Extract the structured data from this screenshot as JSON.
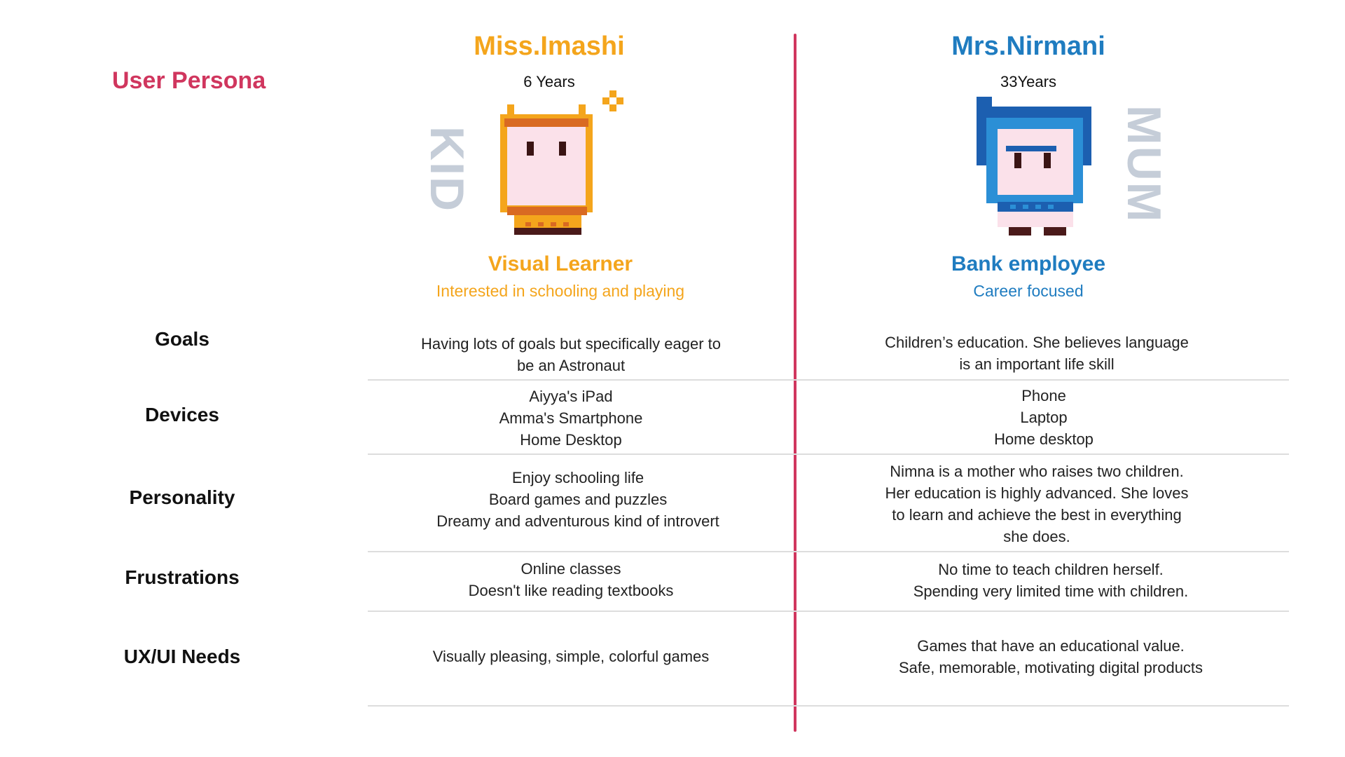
{
  "title": "User Persona",
  "colors": {
    "title": "#d0365e",
    "kid": "#f4a51c",
    "mum": "#1f7cc0",
    "divider": "#d0365e",
    "side_label": "#c5cdd8"
  },
  "personas": [
    {
      "name": "Miss.Imashi",
      "age": "6 Years",
      "side_label": "KID",
      "avatar_icon": "orange-pixel-robot-icon",
      "role": "Visual Learner",
      "description": "Interested in schooling and playing"
    },
    {
      "name": "Mrs.Nirmani",
      "age": "33Years",
      "side_label": "MUM",
      "avatar_icon": "blue-pixel-robot-icon",
      "role": "Bank employee",
      "description": "Career focused"
    }
  ],
  "rows": [
    {
      "label": "Goals",
      "kid": [
        "Having lots of goals but specifically eager to",
        "be an Astronaut"
      ],
      "mum": [
        "Children’s education. She believes language",
        "is an important life skill"
      ]
    },
    {
      "label": "Devices",
      "kid": [
        "Aiyya's iPad",
        "Amma's Smartphone",
        "Home Desktop"
      ],
      "mum": [
        "Phone",
        "Laptop",
        "Home desktop"
      ]
    },
    {
      "label": "Personality",
      "kid": [
        "Enjoy schooling life",
        "Board games and puzzles",
        "Dreamy and adventurous kind of introvert"
      ],
      "mum": [
        "Nimna is a mother who raises two children.",
        "Her education is highly advanced. She loves",
        "to learn and achieve the best in everything",
        "she does."
      ]
    },
    {
      "label": "Frustrations",
      "kid": [
        "Online classes",
        "Doesn't like reading textbooks"
      ],
      "mum": [
        "No time to teach children herself.",
        "Spending very limited time with children."
      ]
    },
    {
      "label": "UX/UI Needs",
      "kid": [
        "Visually pleasing, simple, colorful games"
      ],
      "mum": [
        "Games that have an educational value.",
        "Safe, memorable, motivating digital products"
      ]
    }
  ]
}
